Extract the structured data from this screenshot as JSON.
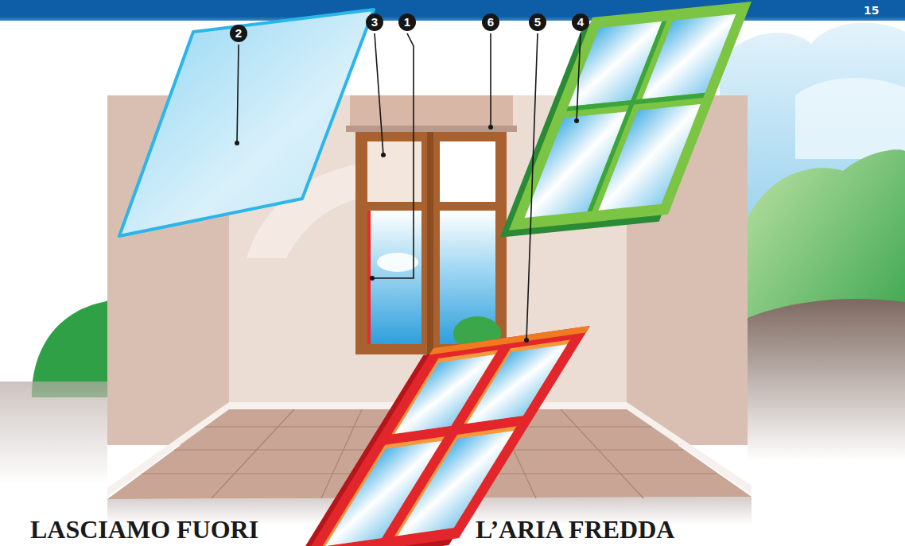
{
  "diagram": {
    "labels": [
      "15",
      "2",
      "3",
      "1",
      "6",
      "5",
      "4",
      "LASCIAMO FUORI",
      "L’ARIA FREDDA"
    ]
  }
}
